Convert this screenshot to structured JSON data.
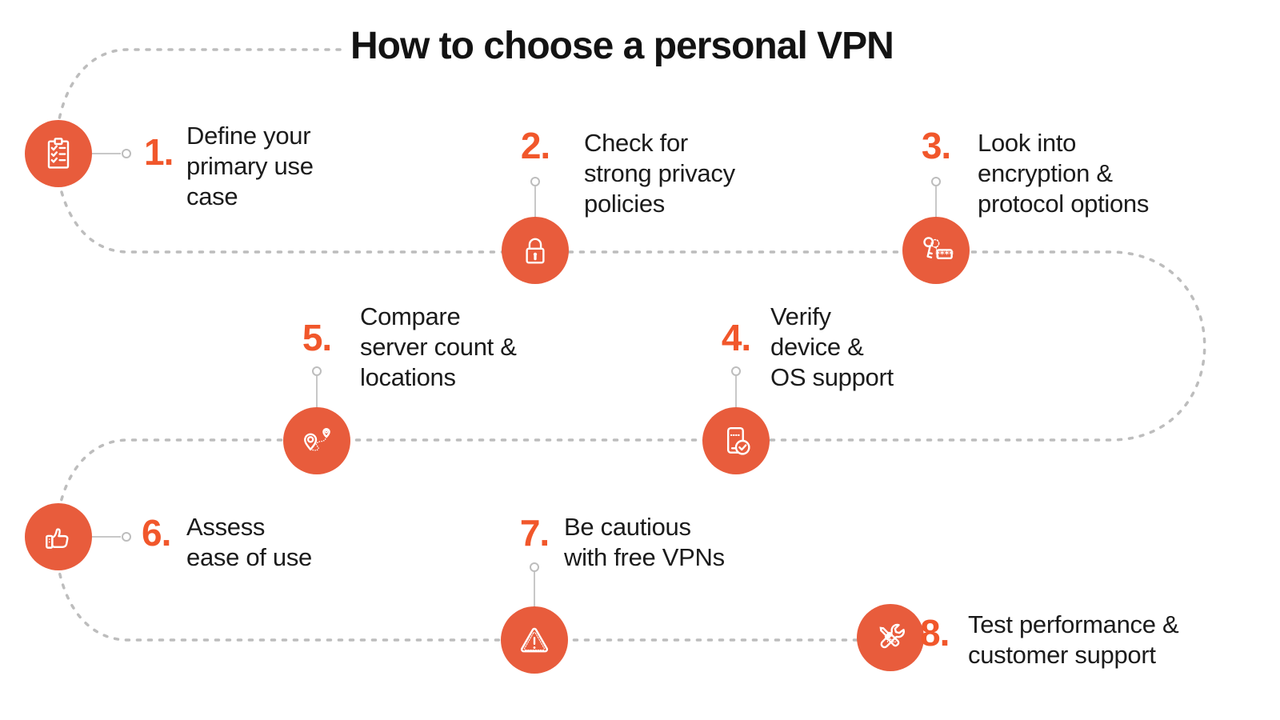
{
  "title": "How to choose a personal VPN",
  "colors": {
    "accent": "#F1572B",
    "circle": "#E85C3C",
    "path": "#BDBDBD",
    "text": "#1B1B1B"
  },
  "steps": [
    {
      "num": "1.",
      "label": "Define your\nprimary use\ncase",
      "icon": "checklist-icon"
    },
    {
      "num": "2.",
      "label": "Check for\nstrong privacy\npolicies",
      "icon": "padlock-icon"
    },
    {
      "num": "3.",
      "label": "Look into\nencryption &\nprotocol options",
      "icon": "keys-password-icon"
    },
    {
      "num": "4.",
      "label": "Verify\ndevice &\nOS support",
      "icon": "phone-check-icon"
    },
    {
      "num": "5.",
      "label": "Compare\nserver count &\nlocations",
      "icon": "map-pins-icon"
    },
    {
      "num": "6.",
      "label": "Assess\nease of use",
      "icon": "thumbs-up-icon"
    },
    {
      "num": "7.",
      "label": "Be cautious\nwith free VPNs",
      "icon": "warning-triangle-icon"
    },
    {
      "num": "8.",
      "label": "Test performance &\ncustomer support",
      "icon": "tools-icon"
    }
  ]
}
